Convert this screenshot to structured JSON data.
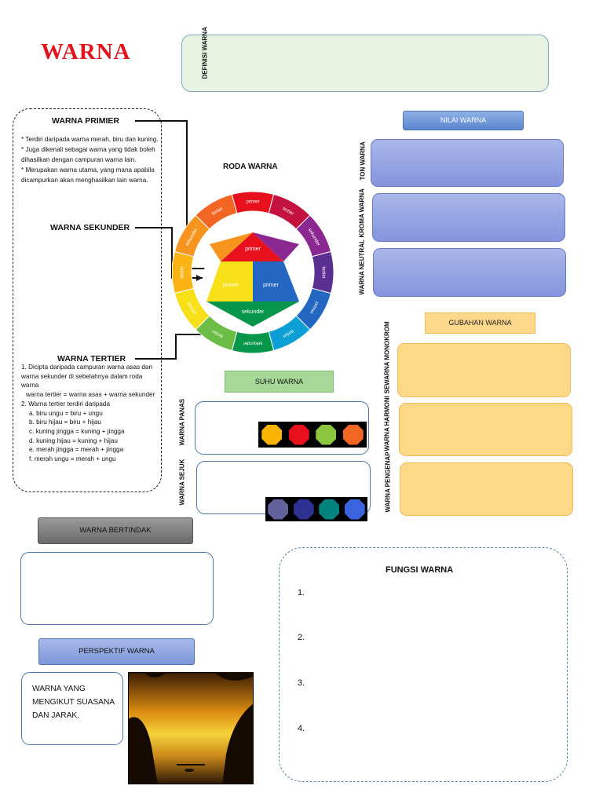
{
  "title": "WARNA",
  "definisi_label": "DEFINISI WARNA",
  "primier": {
    "heading": "WARNA PRIMIER",
    "points": [
      "* Terdiri daripada warna merah, biru dan kuning.",
      "* Juga dikenali sebagai warna yang tidak boleh dihasilkan dengan campuran warna lain.",
      "* Merupakan warna utama, yang mana apabila dicampurkan akan menghasilkan lain warna."
    ]
  },
  "sekunder": {
    "heading": "WARNA SEKUNDER"
  },
  "tertier": {
    "heading": "WARNA TERTIER",
    "lines": [
      "1. Dicipta daripada campuran warna asas dan warna sekunder di sebelahnya dalam roda warna",
      "warna tertier = warna asas + warna sekunder",
      "2. Warna tertier terdiri daripada",
      "a. biru ungu = biru + ungu",
      "b. biru hijau = biru + hijau",
      "c. kuning jingga = kuning + jingga",
      "d. kuning hijau = kuning + hijau",
      "e. merah jingga = merah + jingga",
      "f. merah ungu = merah + ungu"
    ]
  },
  "roda": {
    "title": "RODA WARNA",
    "inner": {
      "top": "primer",
      "left": "primer",
      "right": "primer",
      "bottom": "sekunder"
    },
    "ring": [
      "primer",
      "tertier",
      "sekunder",
      "tertier",
      "primer",
      "tertier",
      "sekunder",
      "tertier",
      "primer",
      "tertier",
      "sekunder",
      "tertier"
    ]
  },
  "nilai": {
    "header": "NILAI WARNA",
    "items": [
      "TON WARNA",
      "KROMA WARNA",
      "WARNA NEUTRAL"
    ]
  },
  "gubahan": {
    "header": "GUBAHAN WARNA",
    "items": [
      "SEWARNA MONOKROM",
      "WARNA HARMONI",
      "WARNA PENGENAP"
    ]
  },
  "suhu": {
    "header": "SUHU WARNA",
    "panas": "WARNA PANAS",
    "sejuk": "WARNA SEJUK",
    "panas_colors": [
      "#f8b400",
      "#e8101c",
      "#8cc63f",
      "#f26522"
    ],
    "sejuk_colors": [
      "#63619c",
      "#2e3192",
      "#00827f",
      "#3a63e0"
    ]
  },
  "bertindak": {
    "header": "WARNA BERTINDAK"
  },
  "perspektif": {
    "header": "PERSPEKTIF WARNA",
    "text": "WARNA YANG MENGIKUT SUASANA DAN JARAK."
  },
  "fungsi": {
    "title": "FUNGSI WARNA",
    "items": [
      "1.",
      "2.",
      "3.",
      "4."
    ]
  }
}
